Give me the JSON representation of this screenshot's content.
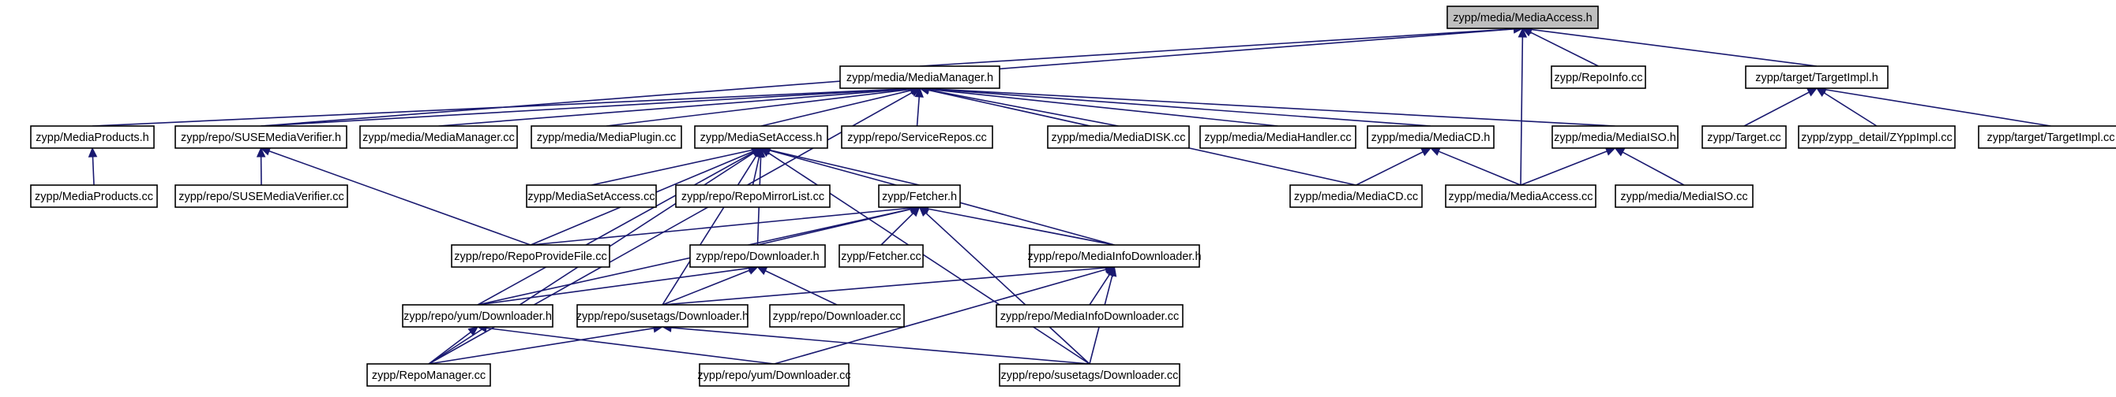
{
  "colors": {
    "edge": "#191970",
    "node_border": "#000000",
    "root_fill": "#bfbfbf",
    "node_fill": "#ffffff"
  },
  "nodes": [
    {
      "id": "mediaaccess_h",
      "label": "zypp/media/MediaAccess.h",
      "root": true
    },
    {
      "id": "mediamanager_h",
      "label": "zypp/media/MediaManager.h"
    },
    {
      "id": "repoinfo_cc",
      "label": "zypp/RepoInfo.cc"
    },
    {
      "id": "targetimpl_h",
      "label": "zypp/target/TargetImpl.h"
    },
    {
      "id": "mediaproducts_h",
      "label": "zypp/MediaProducts.h"
    },
    {
      "id": "susemediaverifier_h",
      "label": "zypp/repo/SUSEMediaVerifier.h"
    },
    {
      "id": "mediamanager_cc",
      "label": "zypp/media/MediaManager.cc"
    },
    {
      "id": "mediaplugin_cc",
      "label": "zypp/media/MediaPlugin.cc"
    },
    {
      "id": "mediasetaccess_h",
      "label": "zypp/MediaSetAccess.h"
    },
    {
      "id": "servicerepos_cc",
      "label": "zypp/repo/ServiceRepos.cc"
    },
    {
      "id": "mediadisk_cc",
      "label": "zypp/media/MediaDISK.cc"
    },
    {
      "id": "mediahandler_cc",
      "label": "zypp/media/MediaHandler.cc"
    },
    {
      "id": "mediacd_h",
      "label": "zypp/media/MediaCD.h"
    },
    {
      "id": "mediaiso_h",
      "label": "zypp/media/MediaISO.h"
    },
    {
      "id": "target_cc",
      "label": "zypp/Target.cc"
    },
    {
      "id": "zyppimpl_cc",
      "label": "zypp/zypp_detail/ZYppImpl.cc"
    },
    {
      "id": "targetimpl_cc",
      "label": "zypp/target/TargetImpl.cc"
    },
    {
      "id": "mediaproducts_cc",
      "label": "zypp/MediaProducts.cc"
    },
    {
      "id": "susemediaverifier_cc",
      "label": "zypp/repo/SUSEMediaVerifier.cc"
    },
    {
      "id": "mediasetaccess_cc",
      "label": "zypp/MediaSetAccess.cc"
    },
    {
      "id": "repomirrorlist_cc",
      "label": "zypp/repo/RepoMirrorList.cc"
    },
    {
      "id": "fetcher_h",
      "label": "zypp/Fetcher.h"
    },
    {
      "id": "mediacd_cc",
      "label": "zypp/media/MediaCD.cc"
    },
    {
      "id": "mediaaccess_cc",
      "label": "zypp/media/MediaAccess.cc"
    },
    {
      "id": "mediaiso_cc",
      "label": "zypp/media/MediaISO.cc"
    },
    {
      "id": "repoprovidefile_cc",
      "label": "zypp/repo/RepoProvideFile.cc"
    },
    {
      "id": "downloader_h",
      "label": "zypp/repo/Downloader.h"
    },
    {
      "id": "fetcher_cc",
      "label": "zypp/Fetcher.cc"
    },
    {
      "id": "mediainfodownloader_h",
      "label": "zypp/repo/MediaInfoDownloader.h"
    },
    {
      "id": "yum_downloader_h",
      "label": "zypp/repo/yum/Downloader.h"
    },
    {
      "id": "susetags_downloader_h",
      "label": "zypp/repo/susetags/Downloader.h"
    },
    {
      "id": "downloader_cc",
      "label": "zypp/repo/Downloader.cc"
    },
    {
      "id": "mediainfodownloader_cc",
      "label": "zypp/repo/MediaInfoDownloader.cc"
    },
    {
      "id": "repomanager_cc",
      "label": "zypp/RepoManager.cc"
    },
    {
      "id": "yum_downloader_cc",
      "label": "zypp/repo/yum/Downloader.cc"
    },
    {
      "id": "susetags_downloader_cc",
      "label": "zypp/repo/susetags/Downloader.cc"
    }
  ],
  "edges": [
    [
      "mediaaccess_h",
      "mediamanager_h"
    ],
    [
      "mediaaccess_h",
      "repoinfo_cc"
    ],
    [
      "mediaaccess_h",
      "targetimpl_h"
    ],
    [
      "mediaaccess_h",
      "susemediaverifier_h"
    ],
    [
      "mediaaccess_h",
      "mediaaccess_cc"
    ],
    [
      "mediamanager_h",
      "mediaproducts_h"
    ],
    [
      "mediamanager_h",
      "susemediaverifier_h"
    ],
    [
      "mediamanager_h",
      "mediamanager_cc"
    ],
    [
      "mediamanager_h",
      "mediaplugin_cc"
    ],
    [
      "mediamanager_h",
      "mediasetaccess_h"
    ],
    [
      "mediamanager_h",
      "servicerepos_cc"
    ],
    [
      "mediamanager_h",
      "mediadisk_cc"
    ],
    [
      "mediamanager_h",
      "mediahandler_cc"
    ],
    [
      "mediamanager_h",
      "mediacd_h"
    ],
    [
      "mediamanager_h",
      "mediaiso_h"
    ],
    [
      "mediamanager_h",
      "mediacd_cc"
    ],
    [
      "mediamanager_h",
      "repomanager_cc"
    ],
    [
      "targetimpl_h",
      "target_cc"
    ],
    [
      "targetimpl_h",
      "zyppimpl_cc"
    ],
    [
      "targetimpl_h",
      "targetimpl_cc"
    ],
    [
      "mediaproducts_h",
      "mediaproducts_cc"
    ],
    [
      "susemediaverifier_h",
      "susemediaverifier_cc"
    ],
    [
      "susemediaverifier_h",
      "repoprovidefile_cc"
    ],
    [
      "mediasetaccess_h",
      "mediasetaccess_cc"
    ],
    [
      "mediasetaccess_h",
      "repomirrorlist_cc"
    ],
    [
      "mediasetaccess_h",
      "fetcher_h"
    ],
    [
      "mediasetaccess_h",
      "repoprovidefile_cc"
    ],
    [
      "mediasetaccess_h",
      "downloader_h"
    ],
    [
      "mediasetaccess_h",
      "mediainfodownloader_h"
    ],
    [
      "mediasetaccess_h",
      "yum_downloader_h"
    ],
    [
      "mediasetaccess_h",
      "susetags_downloader_h"
    ],
    [
      "mediasetaccess_h",
      "repomanager_cc"
    ],
    [
      "mediasetaccess_h",
      "susetags_downloader_cc"
    ],
    [
      "mediacd_h",
      "mediacd_cc"
    ],
    [
      "mediacd_h",
      "mediaaccess_cc"
    ],
    [
      "mediaiso_h",
      "mediaaccess_cc"
    ],
    [
      "mediaiso_h",
      "mediaiso_cc"
    ],
    [
      "fetcher_h",
      "repoprovidefile_cc"
    ],
    [
      "fetcher_h",
      "downloader_h"
    ],
    [
      "fetcher_h",
      "fetcher_cc"
    ],
    [
      "fetcher_h",
      "mediainfodownloader_h"
    ],
    [
      "fetcher_h",
      "yum_downloader_h"
    ],
    [
      "fetcher_h",
      "susetags_downloader_cc"
    ],
    [
      "downloader_h",
      "yum_downloader_h"
    ],
    [
      "downloader_h",
      "susetags_downloader_h"
    ],
    [
      "downloader_h",
      "downloader_cc"
    ],
    [
      "mediainfodownloader_h",
      "susetags_downloader_h"
    ],
    [
      "mediainfodownloader_h",
      "mediainfodownloader_cc"
    ],
    [
      "mediainfodownloader_h",
      "yum_downloader_cc"
    ],
    [
      "mediainfodownloader_h",
      "susetags_downloader_cc"
    ],
    [
      "yum_downloader_h",
      "repomanager_cc"
    ],
    [
      "yum_downloader_h",
      "yum_downloader_cc"
    ],
    [
      "susetags_downloader_h",
      "repomanager_cc"
    ],
    [
      "susetags_downloader_h",
      "susetags_downloader_cc"
    ]
  ]
}
